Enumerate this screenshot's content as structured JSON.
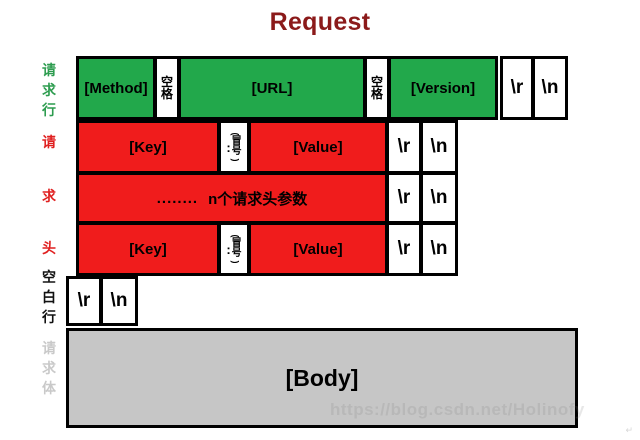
{
  "title": "Request",
  "colors": {
    "title": "#8B1A1A",
    "request_line": "#22a84b",
    "request_header": "#f01c1c",
    "request_body": "#c6c6c6",
    "border": "#000000",
    "label_green": "#2d9c4f",
    "label_red": "#e02020",
    "label_black": "#111111",
    "label_grey": "#c9c9c9"
  },
  "side_labels": {
    "request_line": [
      "请",
      "求",
      "行"
    ],
    "request_headers": [
      "请",
      "求",
      "头"
    ],
    "blank_line": [
      "空",
      "白",
      "行"
    ],
    "request_body": [
      "请",
      "求",
      "体"
    ]
  },
  "request_line": {
    "method": "[Method]",
    "space1": [
      "空",
      "格"
    ],
    "url": "[URL]",
    "space2": [
      "空",
      "格"
    ],
    "version": "[Version]",
    "cr": "\\r",
    "lf": "\\n"
  },
  "header_row_1": {
    "key": "[Key]",
    "colon_mark": ":",
    "colon_note": [
      "冒",
      "号"
    ],
    "colon_paren_open": "(",
    "colon_paren_close": ")",
    "value": "[Value]",
    "cr": "\\r",
    "lf": "\\n"
  },
  "header_row_n": {
    "dots": "........",
    "text": "n个请求头参数",
    "cr": "\\r",
    "lf": "\\n"
  },
  "header_row_2": {
    "key": "[Key]",
    "colon_mark": ":",
    "colon_note": [
      "冒",
      "号"
    ],
    "colon_paren_open": "(",
    "colon_paren_close": ")",
    "value": "[Value]",
    "cr": "\\r",
    "lf": "\\n"
  },
  "blank_line": {
    "cr": "\\r",
    "lf": "\\n"
  },
  "body": {
    "label": "[Body]"
  },
  "watermark": {
    "text": "https://blog.csdn.net/Holinofy",
    "corner": "↵"
  }
}
